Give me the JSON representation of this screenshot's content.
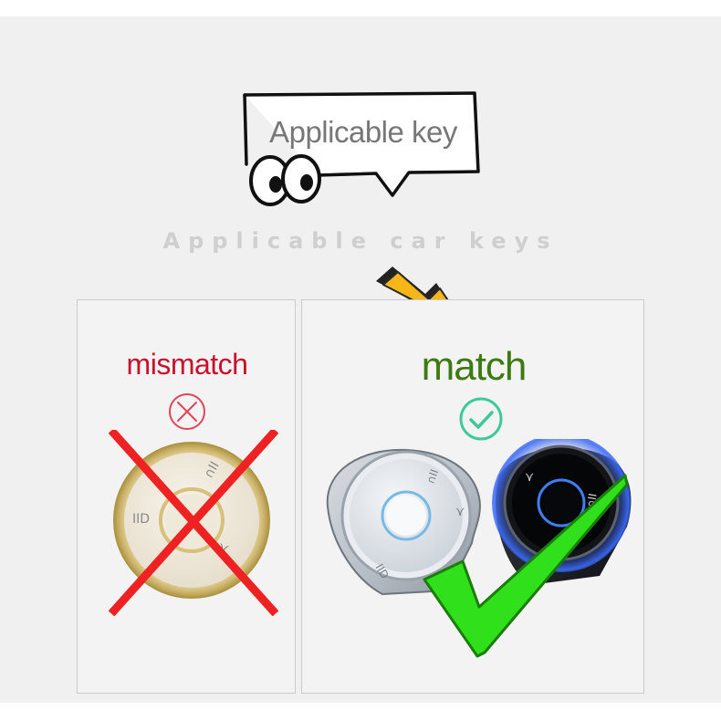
{
  "bubble": {
    "text": "Applicable key"
  },
  "subtitle": {
    "text": "Applicable car keys"
  },
  "panels": {
    "mismatch": {
      "label": "mismatch"
    },
    "match": {
      "label": "match"
    }
  },
  "key_markings": {
    "top": "∩II",
    "left": "IID",
    "bottom": "⋎"
  },
  "icons": {
    "eyes": "cartoon-eyes-icon",
    "arrow": "pointer-arrow-icon",
    "mismatch": "x-circle-icon",
    "match": "check-circle-icon",
    "cross": "big-red-x-icon",
    "check": "big-green-check-icon"
  },
  "colors": {
    "background": "#f0f0f0",
    "mismatch": "#c8102e",
    "match": "#3d7a12",
    "check_circle": "#3fc99a",
    "arrow": "#f7b718",
    "big_check": "#2fe01a",
    "subtitle": "#cfcfcf"
  }
}
